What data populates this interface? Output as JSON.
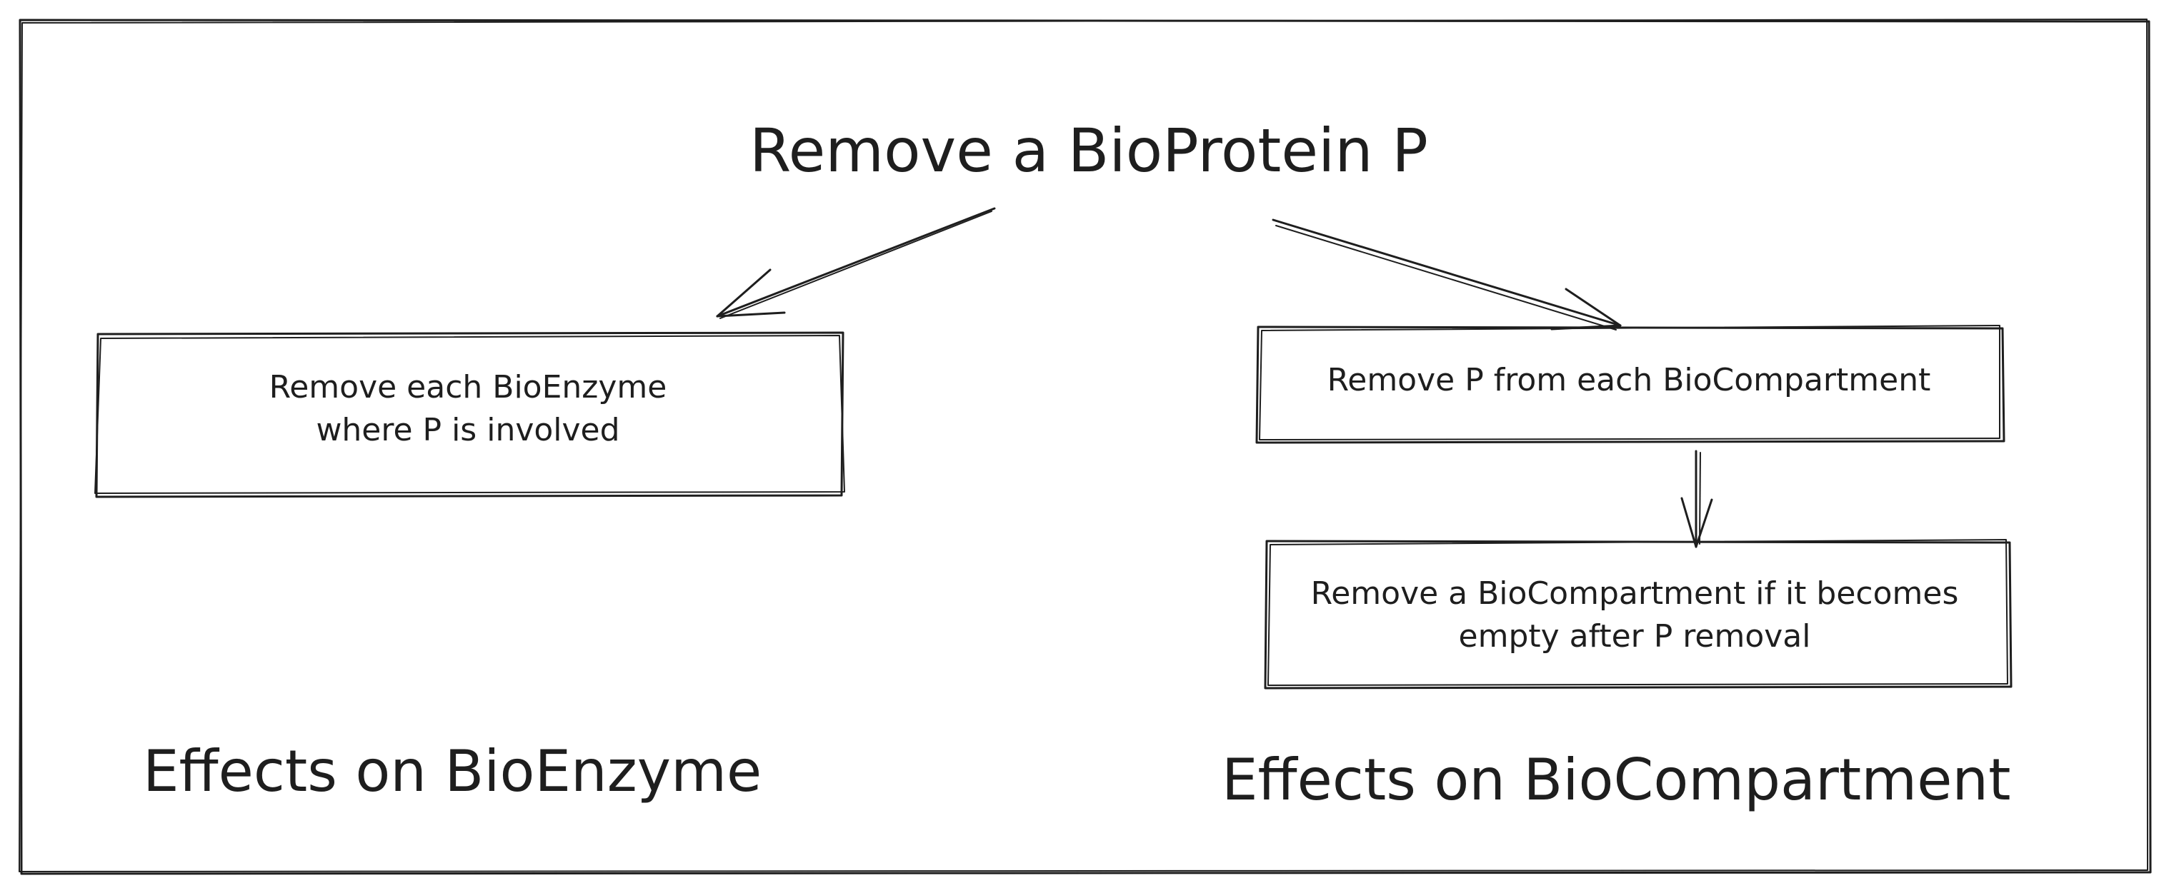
{
  "title": "Remove a BioProtein P",
  "boxes": {
    "enzyme": {
      "line1": "Remove each BioEnzyme",
      "line2": "where P is involved"
    },
    "compartment": {
      "line1": "Remove P from each BioCompartment"
    },
    "empty": {
      "line1": "Remove a BioCompartment if it becomes",
      "line2": "empty after P removal"
    }
  },
  "captions": {
    "enzyme": "Effects on BioEnzyme",
    "compartment": "Effects on BioCompartment"
  }
}
